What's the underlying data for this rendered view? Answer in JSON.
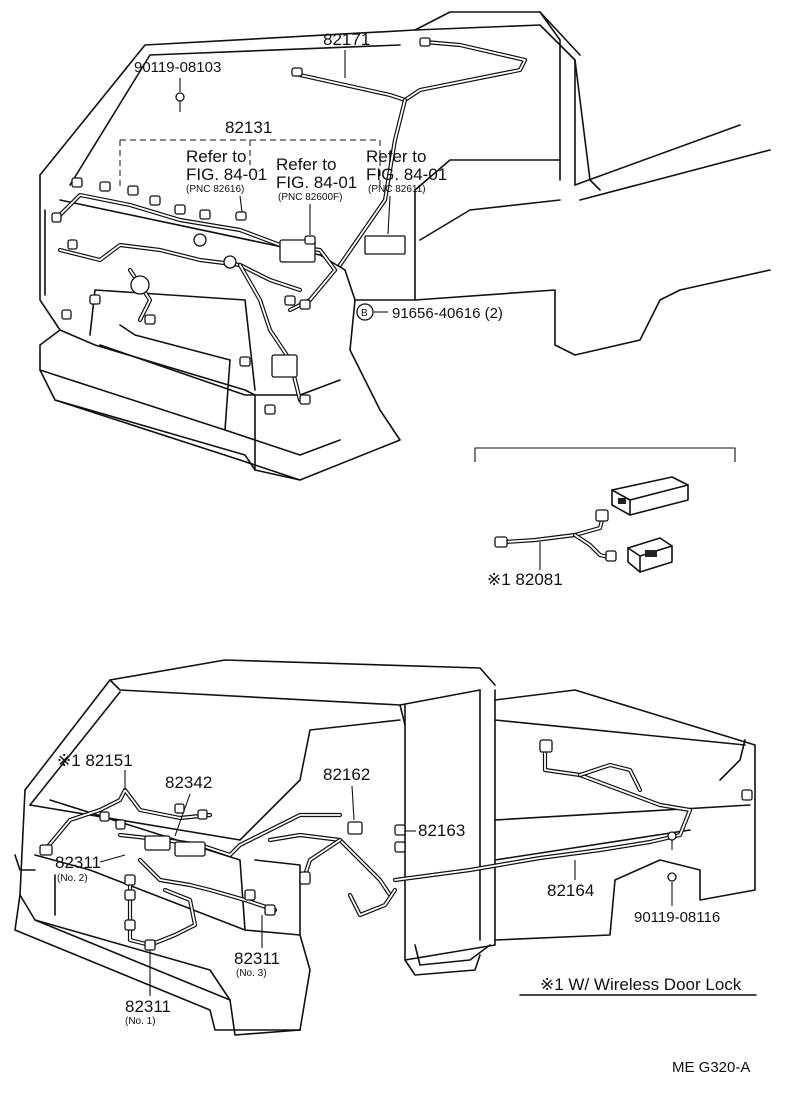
{
  "labels": {
    "p82171": "82171",
    "p90119_08103": "90119-08103",
    "p82131": "82131",
    "refer1_line1": "Refer to",
    "refer1_line2": "FIG. 84-01",
    "refer1_pnc": "(PNC 82616)",
    "refer2_line1": "Refer to",
    "refer2_line2": "FIG. 84-01",
    "refer2_pnc": "(PNC 82600F)",
    "refer3_line1": "Refer to",
    "refer3_line2": "FIG. 84-01",
    "refer3_pnc": "(PNC 82611)",
    "bolt_marker": "B",
    "p91656_40616": "91656-40616 (2)",
    "p82081": "※1 82081",
    "p82151": "※1 82151",
    "p82342": "82342",
    "p82162": "82162",
    "p82163": "82163",
    "p82311_no2": "82311",
    "p82311_no2_sub": "(No. 2)",
    "p82164": "82164",
    "p90119_08116": "90119-08116",
    "p82311_no3": "82311",
    "p82311_no3_sub": "(No. 3)",
    "p82311_no1": "82311",
    "p82311_no1_sub": "(No. 1)",
    "legend_note": "※1 W/ Wireless Door Lock",
    "drawing_code": "ME  G320-A"
  }
}
